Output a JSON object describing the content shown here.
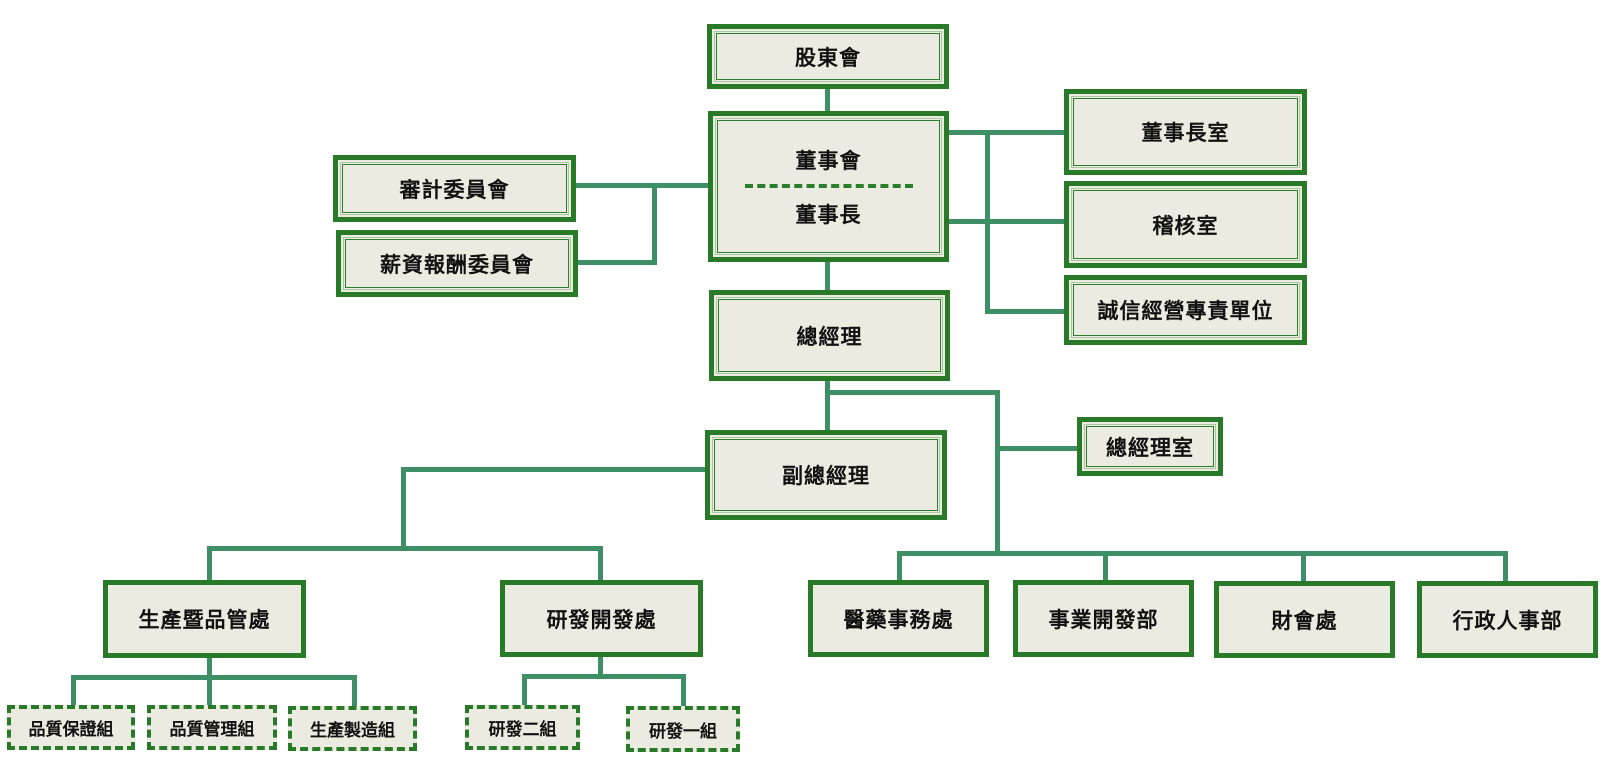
{
  "chart_title": "",
  "colors": {
    "box_border": "#287a28",
    "box_fill": "#ecebe1",
    "connector": "#3f8f66"
  },
  "nodes": {
    "shareholders": "股東會",
    "board": "董事會",
    "chairman": "董事長",
    "audit_committee": "審計委員會",
    "compensation_committee": "薪資報酬委員會",
    "chairman_office": "董事長室",
    "internal_audit": "稽核室",
    "integrity_unit": "誠信經營專責單位",
    "general_manager": "總經理",
    "gm_office": "總經理室",
    "deputy_gm": "副總經理",
    "production_qc": "生產暨品管處",
    "rnd_division": "研發開發處",
    "qa_group": "品質保證組",
    "qc_group": "品質管理組",
    "manufacturing_group": "生產製造組",
    "rnd_group_2": "研發二組",
    "rnd_group_1": "研發一組",
    "regulatory_affairs": "醫藥事務處",
    "business_development": "事業開發部",
    "finance_accounting": "財會處",
    "admin_hr": "行政人事部"
  },
  "hierarchy": [
    {
      "name": "股東會",
      "children": [
        {
          "name": "董事會 / 董事長",
          "children": [
            {
              "name": "審計委員會"
            },
            {
              "name": "薪資報酬委員會"
            },
            {
              "name": "董事長室"
            },
            {
              "name": "稽核室"
            },
            {
              "name": "誠信經營專責單位"
            },
            {
              "name": "總經理",
              "children": [
                {
                  "name": "總經理室"
                },
                {
                  "name": "副總經理",
                  "children": [
                    {
                      "name": "生產暨品管處",
                      "children": [
                        {
                          "name": "品質保證組"
                        },
                        {
                          "name": "品質管理組"
                        },
                        {
                          "name": "生產製造組"
                        }
                      ]
                    },
                    {
                      "name": "研發開發處",
                      "children": [
                        {
                          "name": "研發二組"
                        },
                        {
                          "name": "研發一組"
                        }
                      ]
                    }
                  ]
                },
                {
                  "name": "醫藥事務處"
                },
                {
                  "name": "事業開發部"
                },
                {
                  "name": "財會處"
                },
                {
                  "name": "行政人事部"
                }
              ]
            }
          ]
        }
      ]
    }
  ]
}
